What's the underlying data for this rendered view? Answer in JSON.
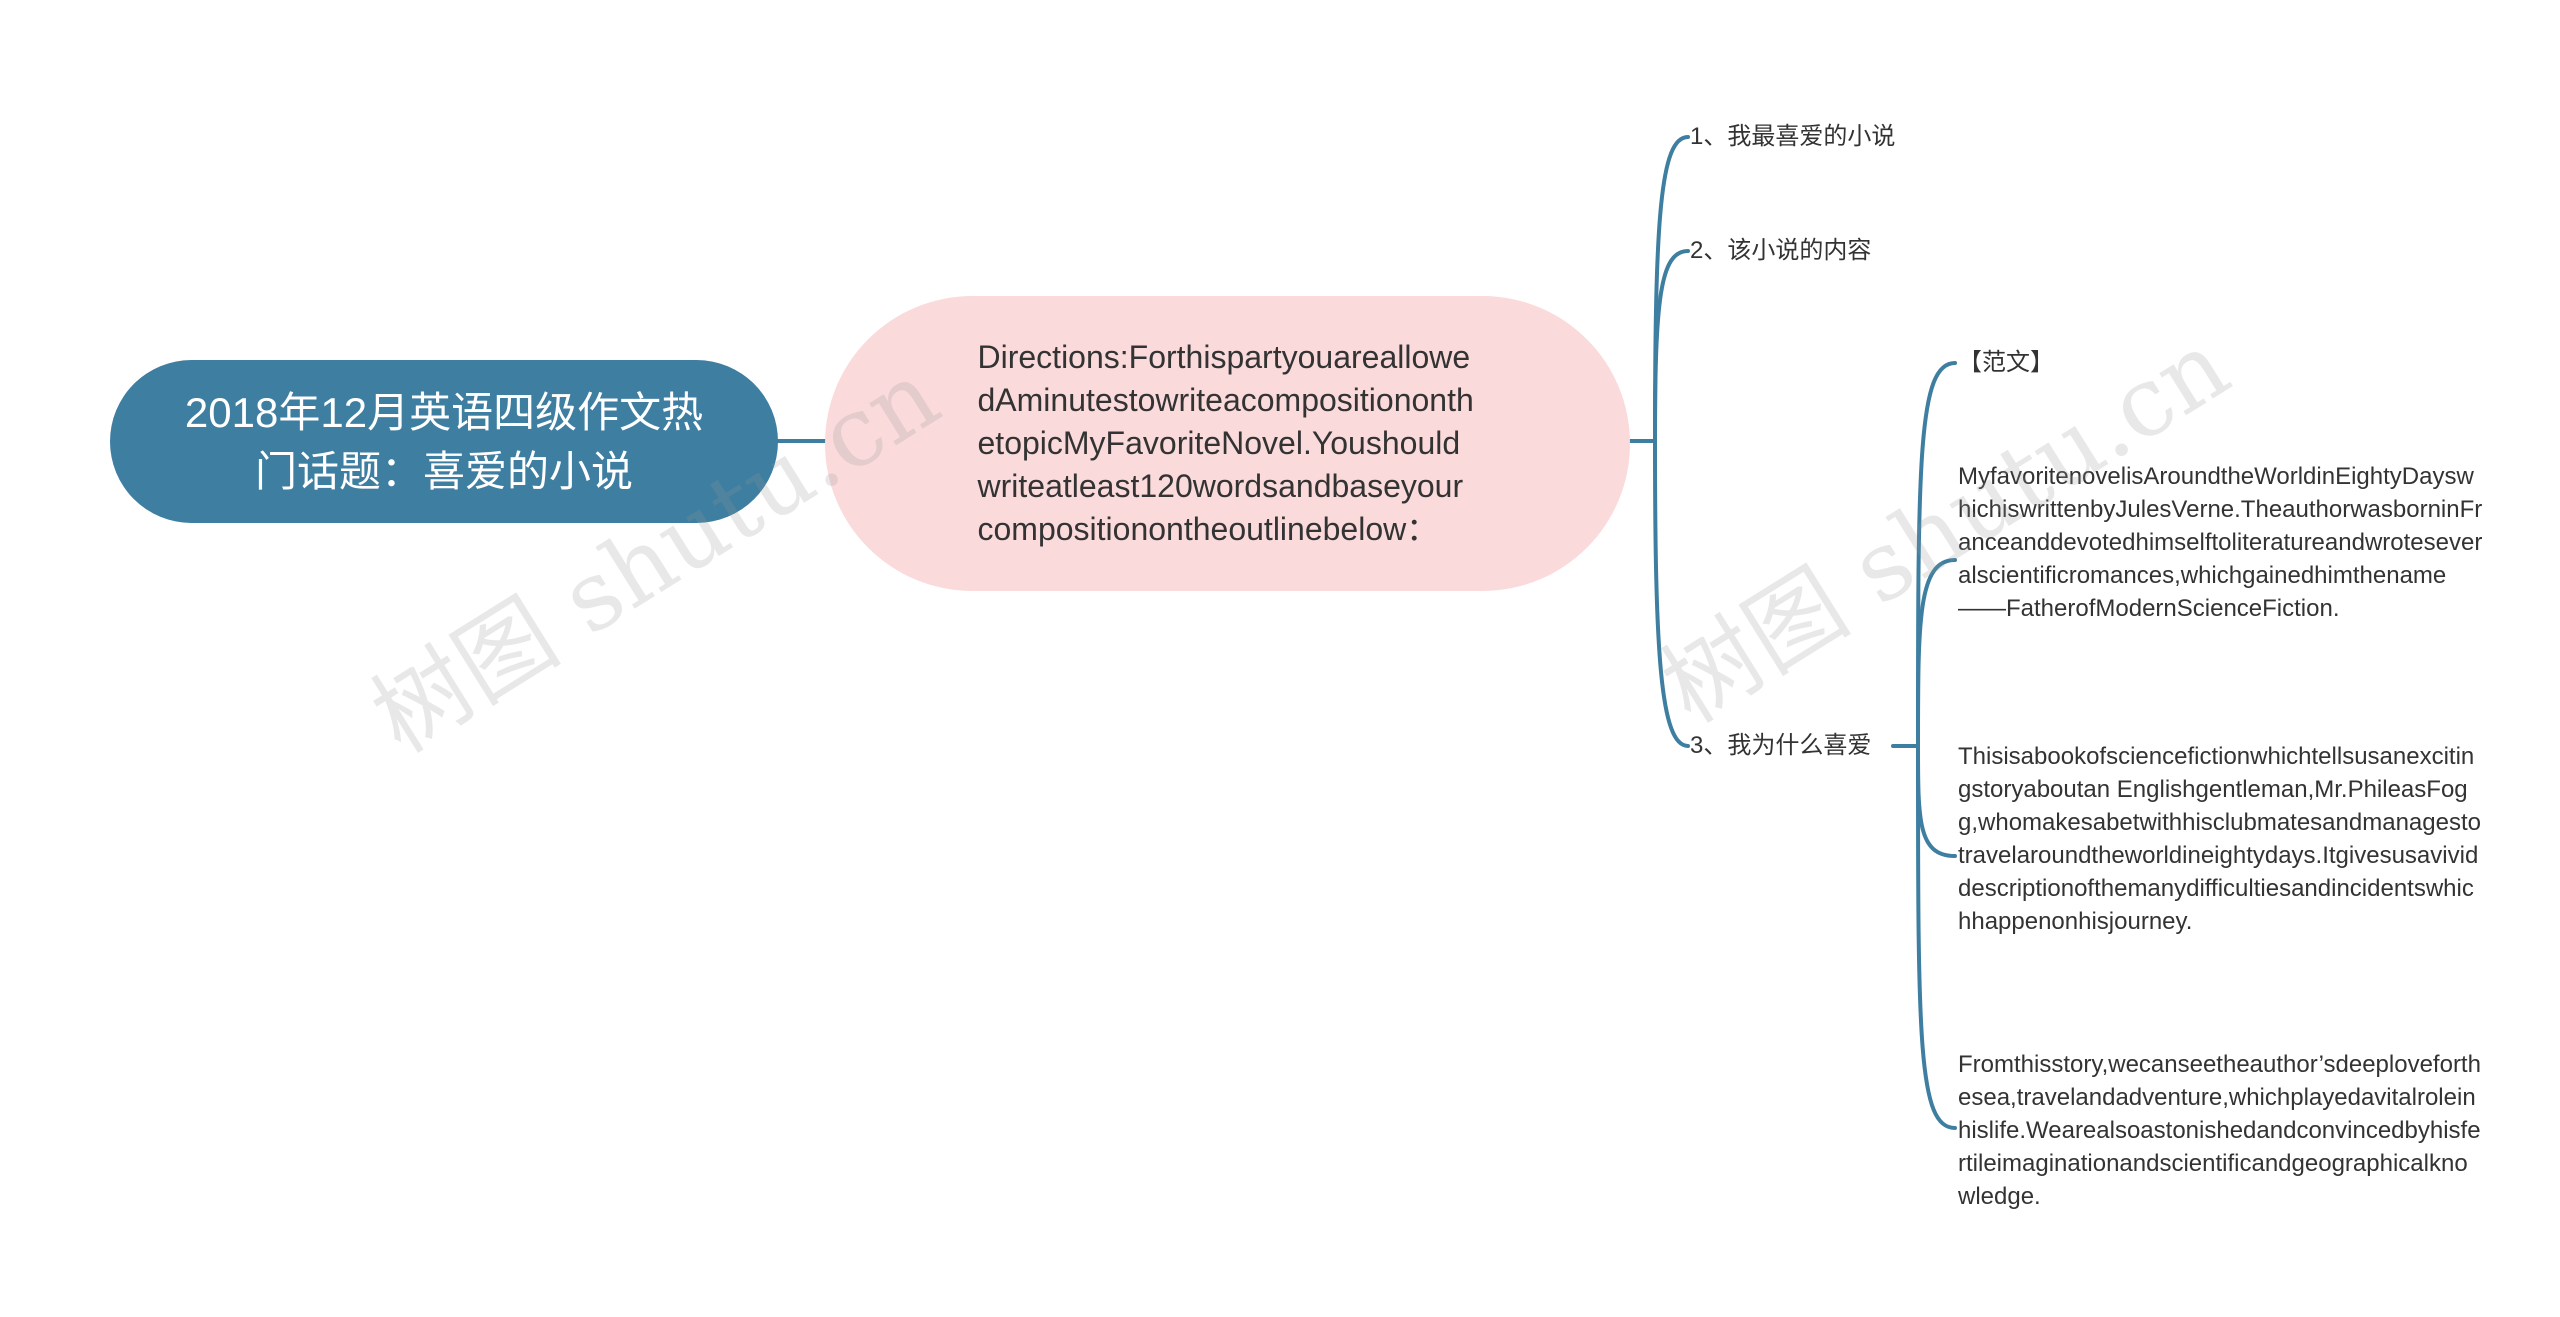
{
  "diagram": {
    "root": "2018年12月英语四级作文热门话题：喜爱的小说",
    "center": "Directions:ForthispartyouareallowedAminutestowriteacompositiononthetopicMyFavoriteNovel.Youshouldwriteatleast120wordsandbaseyourcompositionontheoutlinebelow：",
    "branches": [
      {
        "label": "1、我最喜爱的小说"
      },
      {
        "label": "2、该小说的内容"
      },
      {
        "label": "3、我为什么喜爱"
      }
    ],
    "leaves": [
      "【范文】",
      "MyfavoritenovelisAroundtheWorldinEightyDayswhichiswrittenbyJulesVerne.TheauthorwasborninFranceanddevotedhimselftoliteratureandwroteseveralscientificromances,whichgainedhimthename——FatherofModernScienceFiction.",
      "Thisisabookofsciencefictionwhichtellsusanexcitingstoryaboutan Englishgentleman,Mr.PhileasFogg,whomakesabetwithhisclubmatesandmanagestotravelaroundtheworldineightydays.Itgivesusavividdescriptionofthemanydifficultiesandincidentswhichhappenonhisjourney.",
      "Fromthisstory,wecanseetheauthor’sdeeploveforthesea,travelandadventure,whichplayedavitalroleinhislife.Wearealsoastonishedandconvincedbyhisfertileimaginationandscientificandgeographicalknowledge."
    ],
    "watermark": "树图 shutu.cn"
  },
  "colors": {
    "root_fill": "#3d7ea1",
    "center_fill": "#fadadb",
    "connector": "#3d7ea1",
    "text": "#333333"
  }
}
